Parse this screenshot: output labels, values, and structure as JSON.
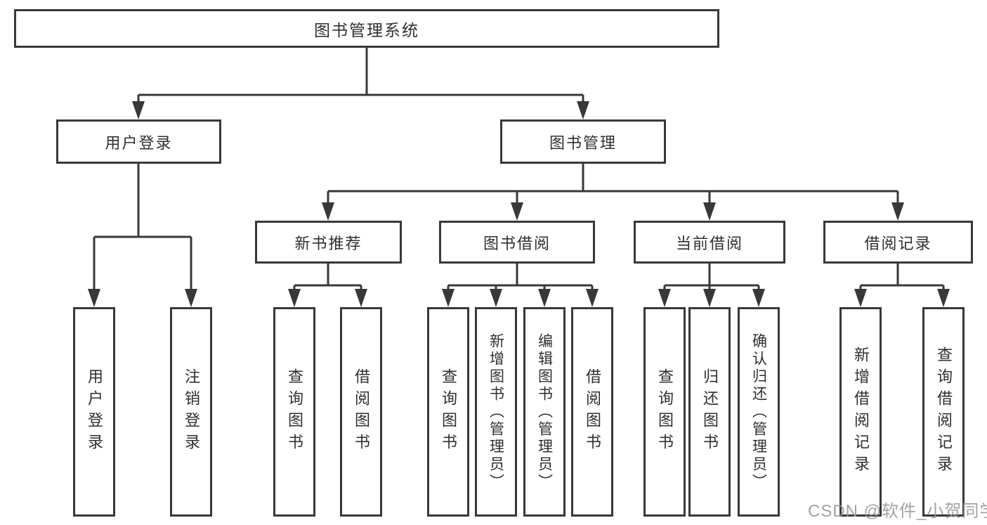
{
  "nodes": {
    "root": "图书管理系统",
    "user_login": "用户登录",
    "book_management": "图书管理",
    "new_book_recommend": "新书推荐",
    "book_borrow": "图书借阅",
    "current_borrow": "当前借阅",
    "borrow_records": "借阅记录"
  },
  "leaves": {
    "user_login_leaf": "用户登录",
    "logout": "注销登录",
    "newbook_query": "查询图书",
    "newbook_borrow": "借阅图书",
    "borrow_query": "查询图书",
    "borrow_add": "新增图书（管理员）",
    "borrow_edit": "编辑图书（管理员）",
    "borrow_borrow": "借阅图书",
    "current_query": "查询图书",
    "current_return": "归还图书",
    "current_confirm": "确认归还（管理员）",
    "records_add": "新增借阅记录",
    "records_query": "查询借阅记录"
  },
  "watermark": "CSDN @软件_小贺同学",
  "colors": {
    "line": "#383838",
    "text": "#2f2f2f",
    "watermark": "#989898",
    "background": "#ffffff"
  }
}
